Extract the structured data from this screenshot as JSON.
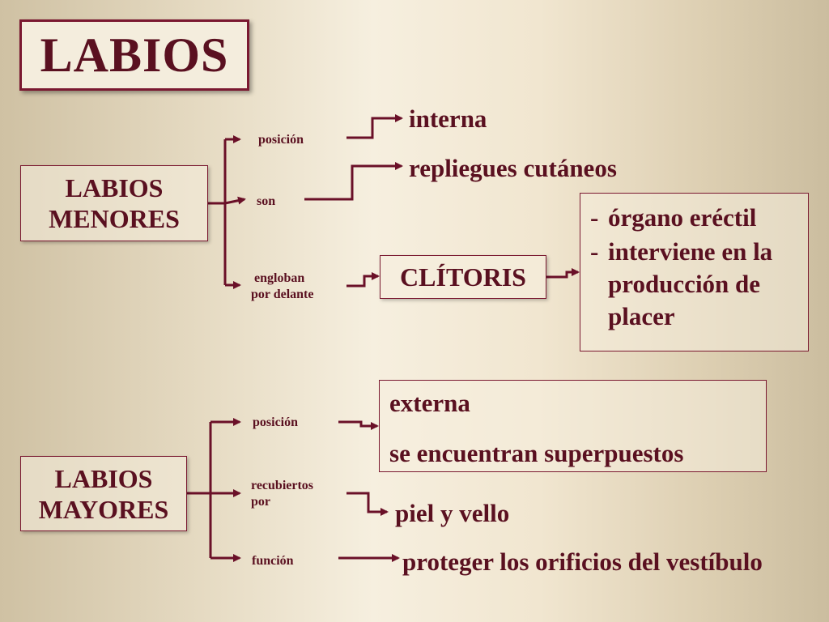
{
  "title": "LABIOS",
  "menores": {
    "label_line1": "LABIOS",
    "label_line2": "MENORES",
    "posicion": "posición",
    "son": "son",
    "engloban_line1": "engloban",
    "engloban_line2": "por delante",
    "interna": "interna",
    "repliegues": "repliegues cutáneos",
    "clitoris": "CLÍTORIS",
    "clitoris_traits": [
      {
        "dash": "-",
        "text": "órgano eréctil"
      },
      {
        "dash": "-",
        "text": "interviene en la producción de placer"
      }
    ]
  },
  "mayores": {
    "label_line1": "LABIOS",
    "label_line2": "MAYORES",
    "posicion": "posición",
    "recubiertos_line1": "recubiertos",
    "recubiertos_line2": "por",
    "funcion": "función",
    "externa": "externa",
    "superpuestos": "se encuentran superpuestos",
    "piel": "piel y vello",
    "proteger": "proteger los orificios del vestíbulo"
  },
  "colors": {
    "accent": "#7a1830",
    "text": "#5a1020"
  }
}
